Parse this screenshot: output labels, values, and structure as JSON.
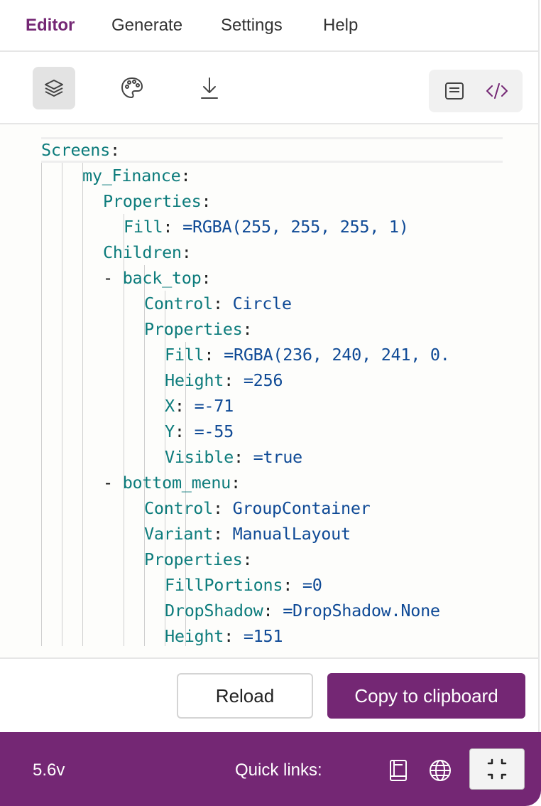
{
  "nav": {
    "tabs": [
      {
        "label": "Editor",
        "active": true
      },
      {
        "label": "Generate",
        "active": false
      },
      {
        "label": "Settings",
        "active": false
      },
      {
        "label": "Help",
        "active": false
      }
    ]
  },
  "toolbar": {
    "icons": [
      "layers-icon",
      "palette-icon",
      "download-icon"
    ],
    "view_toggle": [
      "document-view-icon",
      "code-view-icon"
    ]
  },
  "code": {
    "lines": [
      {
        "indent": 0,
        "dash": "",
        "key": "Screens",
        "value": ""
      },
      {
        "indent": 2,
        "dash": "",
        "key": "my_Finance",
        "value": ""
      },
      {
        "indent": 3,
        "dash": "",
        "key": "Properties",
        "value": ""
      },
      {
        "indent": 4,
        "dash": "",
        "key": "Fill",
        "value": "=RGBA(255, 255, 255, 1)"
      },
      {
        "indent": 3,
        "dash": "",
        "key": "Children",
        "value": ""
      },
      {
        "indent": 4,
        "dash": "- ",
        "key": "back_top",
        "value": ""
      },
      {
        "indent": 5,
        "dash": "",
        "key": "Control",
        "value": "Circle"
      },
      {
        "indent": 5,
        "dash": "",
        "key": "Properties",
        "value": ""
      },
      {
        "indent": 6,
        "dash": "",
        "key": "Fill",
        "value": "=RGBA(236, 240, 241, 0."
      },
      {
        "indent": 6,
        "dash": "",
        "key": "Height",
        "value": "=256"
      },
      {
        "indent": 6,
        "dash": "",
        "key": "X",
        "value": "=-71"
      },
      {
        "indent": 6,
        "dash": "",
        "key": "Y",
        "value": "=-55"
      },
      {
        "indent": 6,
        "dash": "",
        "key": "Visible",
        "value": "=true"
      },
      {
        "indent": 4,
        "dash": "- ",
        "key": "bottom_menu",
        "value": ""
      },
      {
        "indent": 5,
        "dash": "",
        "key": "Control",
        "value": "GroupContainer"
      },
      {
        "indent": 5,
        "dash": "",
        "key": "Variant",
        "value": "ManualLayout"
      },
      {
        "indent": 5,
        "dash": "",
        "key": "Properties",
        "value": ""
      },
      {
        "indent": 6,
        "dash": "",
        "key": "FillPortions",
        "value": "=0"
      },
      {
        "indent": 6,
        "dash": "",
        "key": "DropShadow",
        "value": "=DropShadow.None"
      },
      {
        "indent": 6,
        "dash": "",
        "key": "Height",
        "value": "=151"
      }
    ]
  },
  "actions": {
    "reload_label": "Reload",
    "copy_label": "Copy to clipboard"
  },
  "status": {
    "version": "5.6v",
    "quick_links_label": "Quick links:",
    "icons": [
      "book-icon",
      "globe-icon",
      "collapse-icon"
    ]
  },
  "colors": {
    "accent": "#742774",
    "key": "#0d7c7c",
    "value": "#0f4a96"
  }
}
